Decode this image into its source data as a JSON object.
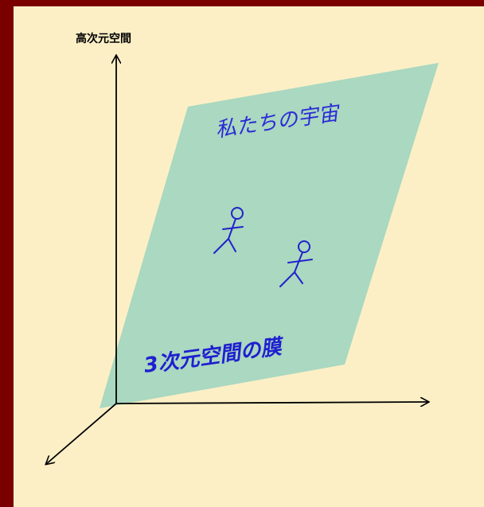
{
  "axis": {
    "vertical_label": "高次元空間"
  },
  "membrane": {
    "title": "私たちの宇宙",
    "label": "3次元空間の膜",
    "fill_color": "#aad8c0"
  },
  "colors": {
    "outer_frame": "#7a0000",
    "background": "#fcefc6",
    "text_blue": "#2b2bd6",
    "axis": "#000000"
  },
  "figures": [
    {
      "name": "stick-figure-1"
    },
    {
      "name": "stick-figure-2"
    }
  ]
}
